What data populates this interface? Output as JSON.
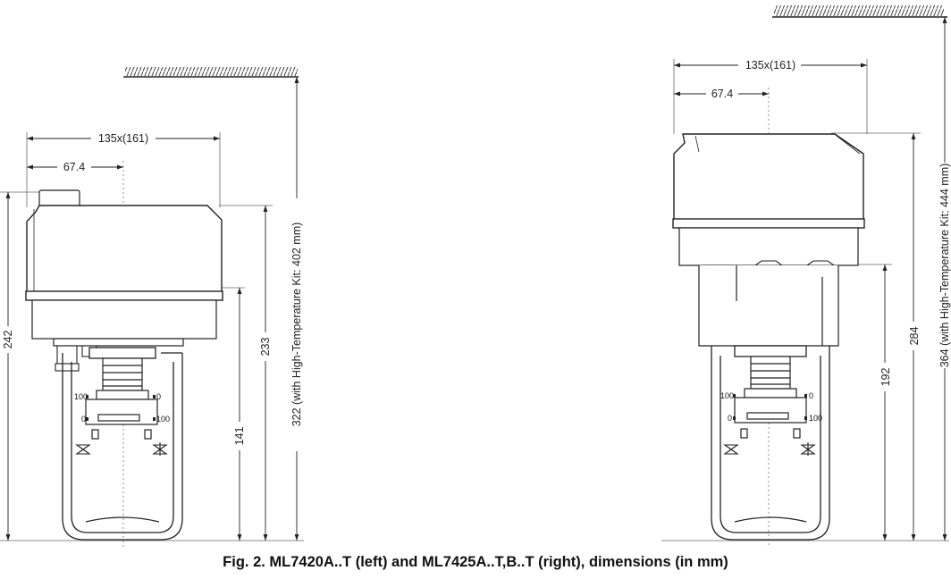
{
  "caption": "Fig. 2. ML7420A..T (left) and ML7425A..T,B..T (right), dimensions (in mm)",
  "left": {
    "width_label": "135x(161)",
    "half_width_label": "67.4",
    "height_total_label": "242",
    "height_housing_label": "233",
    "height_yoke_label": "141",
    "ht_kit_label": "322 (with High-Temperature Kit: 402 mm)"
  },
  "right": {
    "width_label": "135x(161)",
    "half_width_label": "67.4",
    "height_housing_label": "284",
    "height_yoke_label": "192",
    "ht_kit_label": "364 (with High-Temperature Kit: 444 mm)"
  },
  "stroke_scale": {
    "left_top": "100",
    "left_bottom": "0",
    "right_top": "0",
    "right_bottom": "100"
  }
}
